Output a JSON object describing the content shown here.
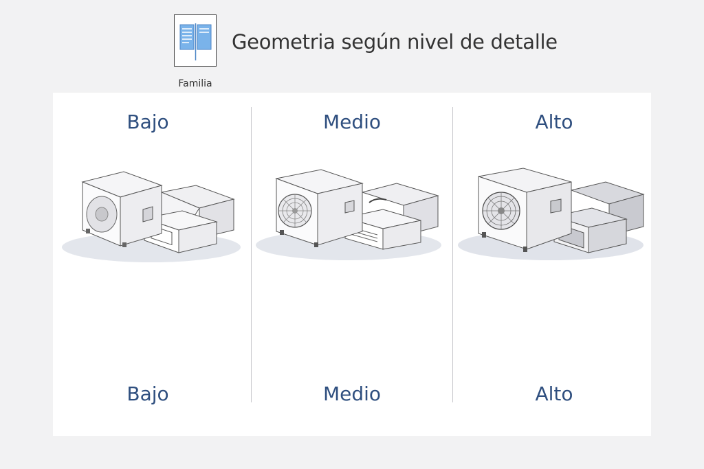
{
  "header": {
    "title": "Geometria según nivel de detalle",
    "family_label": "Familia",
    "family_icon": "family-document-icon"
  },
  "columns": [
    {
      "id": "bajo",
      "title": "Bajo",
      "footer": "Bajo"
    },
    {
      "id": "medio",
      "title": "Medio",
      "footer": "Medio"
    },
    {
      "id": "alto",
      "title": "Alto",
      "footer": "Alto"
    }
  ],
  "colors": {
    "title_text": "#333333",
    "level_text": "#2f4f7f",
    "icon_blue": "#6aa8e6"
  }
}
